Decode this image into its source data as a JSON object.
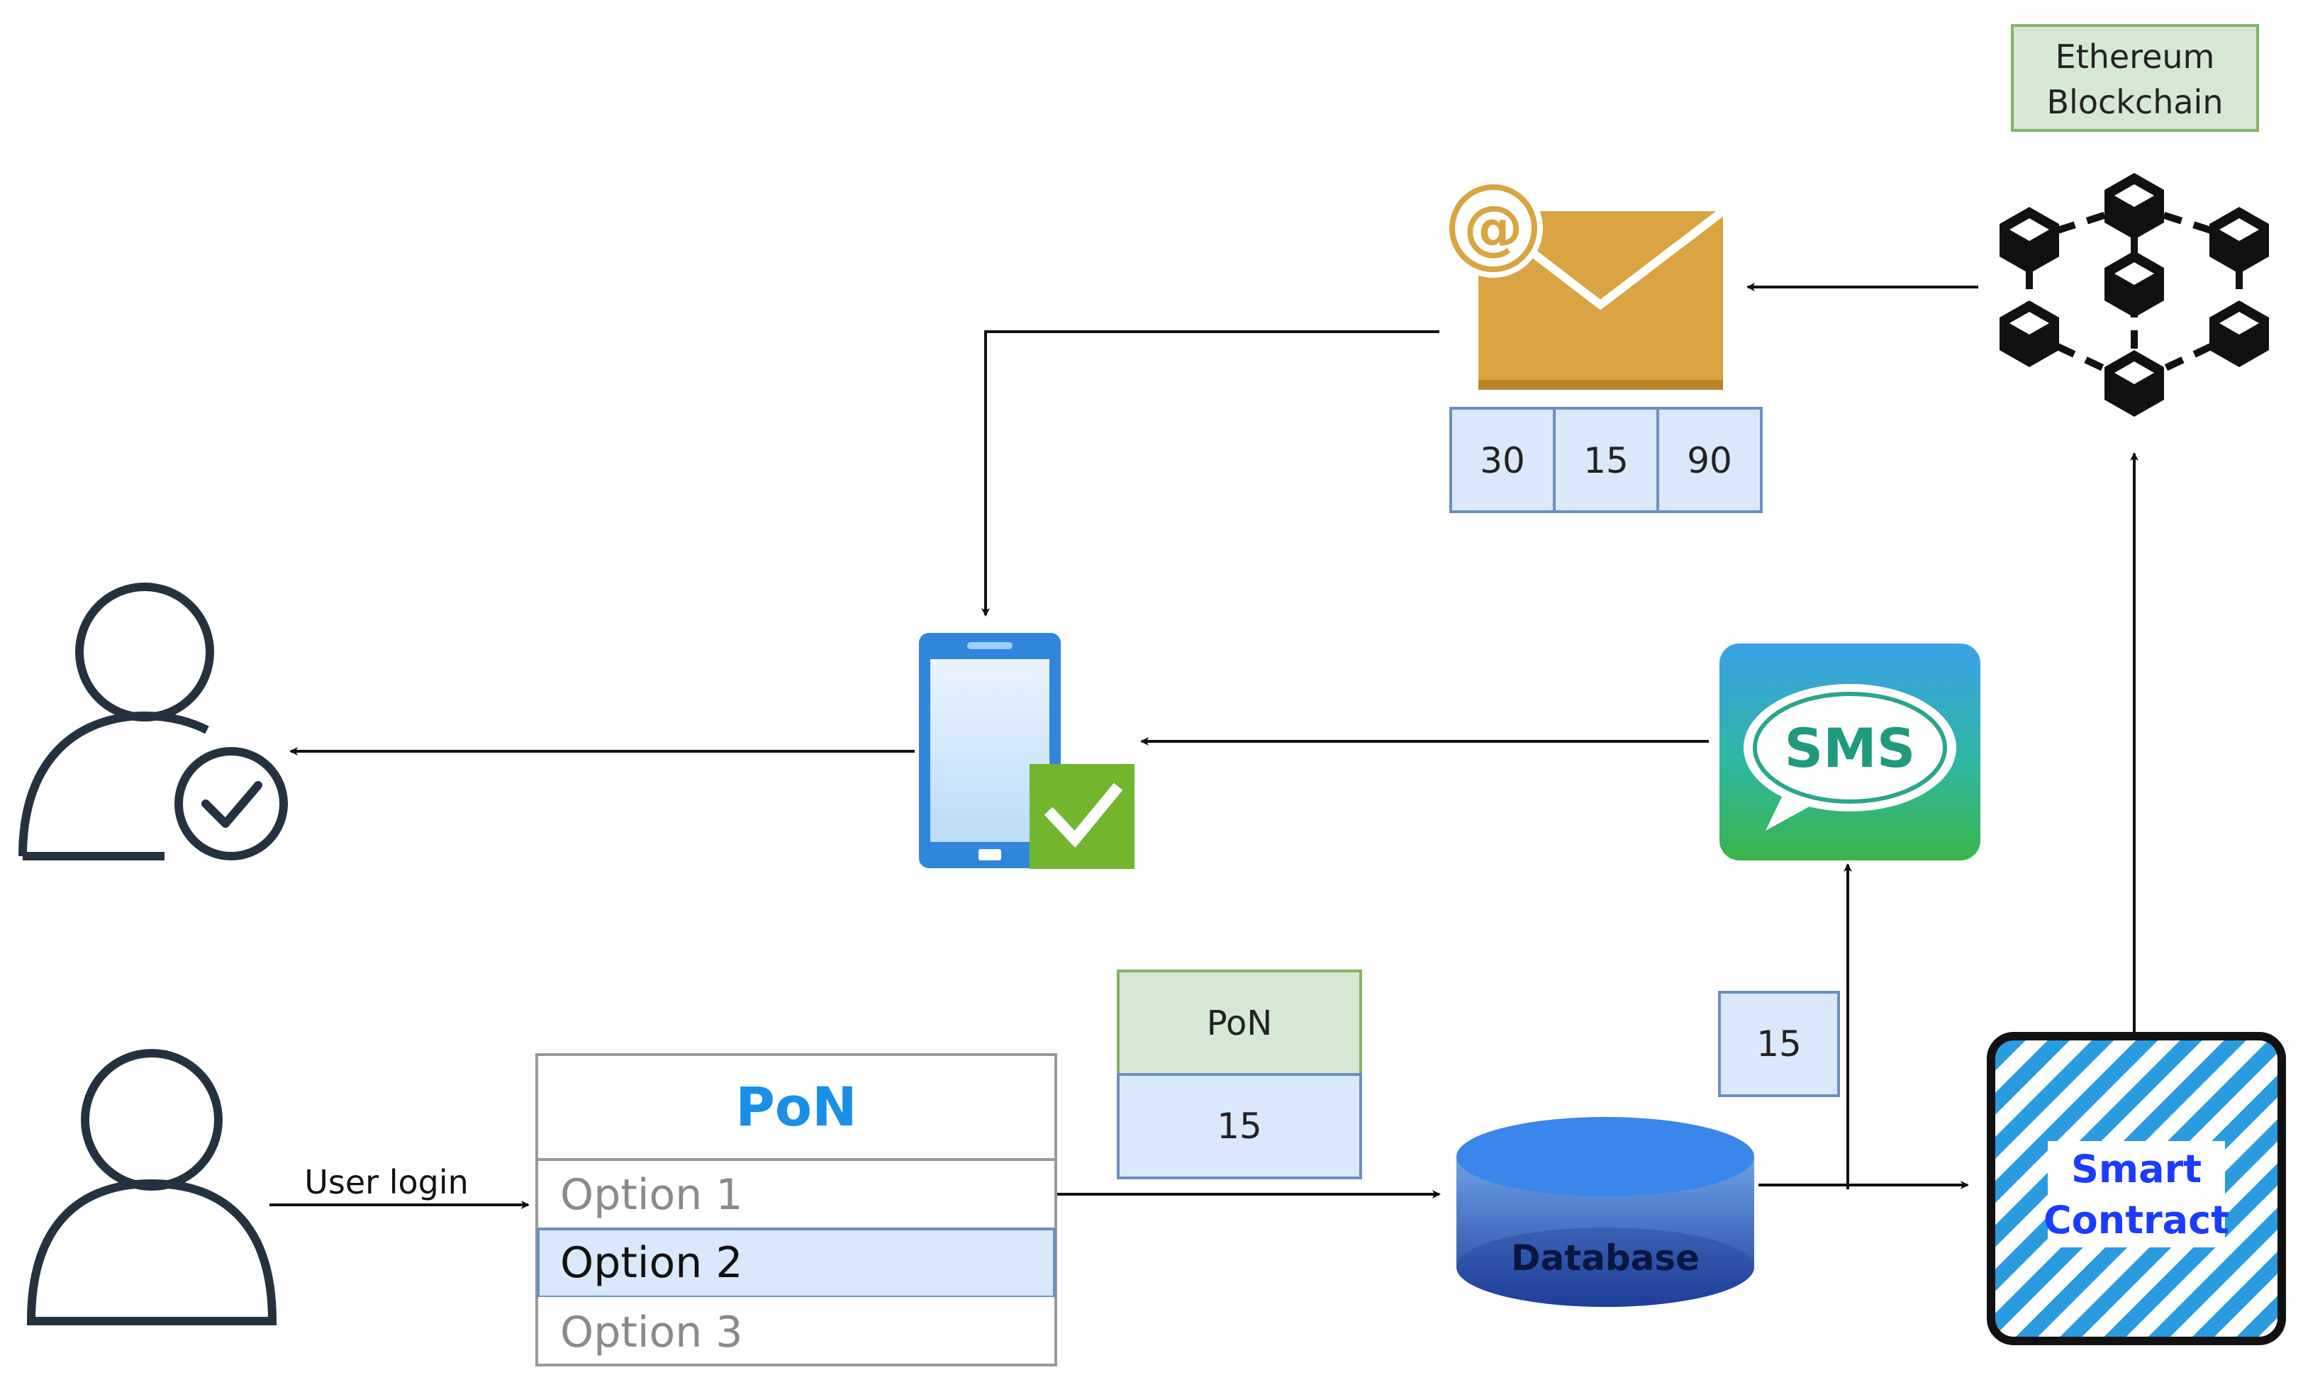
{
  "ethereum": {
    "line1": "Ethereum",
    "line2": "Blockchain"
  },
  "email_values": [
    "30",
    "15",
    "90"
  ],
  "sms": {
    "label": "SMS"
  },
  "pon_tag": {
    "header": "PoN",
    "value": "15"
  },
  "sms_value": "15",
  "database": {
    "label": "Database"
  },
  "smart_contract": {
    "line1": "Smart",
    "line2": "Contract"
  },
  "user_login": "User login",
  "pon_menu": {
    "title": "PoN",
    "options": [
      "Option 1",
      "Option 2",
      "Option 3"
    ],
    "selected_index": 1
  },
  "colors": {
    "blue_box_fill": "#dae8fc",
    "blue_box_stroke": "#6c8ebf",
    "green_box_fill": "#d5e8d4",
    "green_box_stroke": "#82b366",
    "envelope": "#d9a441",
    "sms_green": "#3cb44b",
    "sms_blue": "#3aa0e8",
    "pon_title": "#1a8fe8",
    "contract_stripe": "#2b9be0",
    "contract_text": "#1a3cff"
  }
}
